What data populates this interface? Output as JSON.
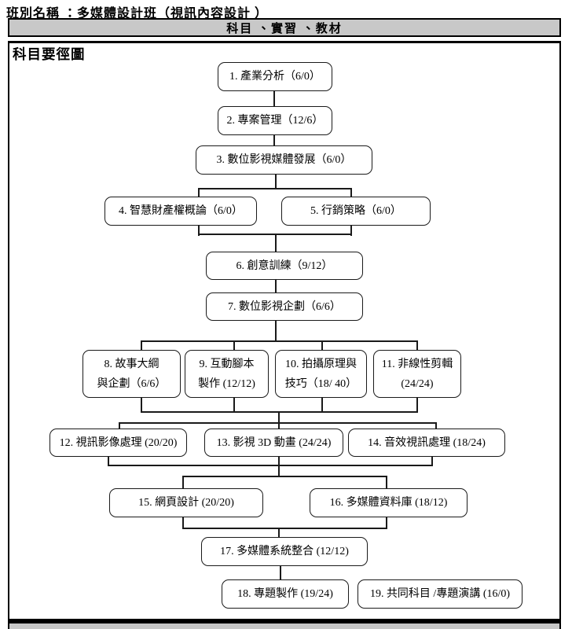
{
  "header": {
    "class_name_line": "班別名稱 ：多媒體設計班（視訊內容設計 ）",
    "section_bar_label": "科目 、實習 、教材",
    "diagram_title": "科目要徑圖"
  },
  "colors": {
    "bar_background": "#c8c8c8",
    "line_color": "#1a1a1a",
    "page_background": "#ffffff"
  },
  "nodes": [
    {
      "id": "1",
      "label": "1. 產業分析（6/0）"
    },
    {
      "id": "2",
      "label": "2. 專案管理（12/6）"
    },
    {
      "id": "3",
      "label": "3. 數位影視媒體發展（6/0）"
    },
    {
      "id": "4",
      "label": "4. 智慧財產權概論（6/0）"
    },
    {
      "id": "5",
      "label": "5. 行銷策略（6/0）"
    },
    {
      "id": "6",
      "label": "6. 創意訓練（9/12）"
    },
    {
      "id": "7",
      "label": "7.  數位影視企劃（6/6）"
    },
    {
      "id": "8",
      "label": "8. 故事大綱\n與企劃（6/6）"
    },
    {
      "id": "9",
      "label": "9. 互動腳本\n製作 (12/12)"
    },
    {
      "id": "10",
      "label": "10. 拍攝原理與\n技巧（18/ 40）"
    },
    {
      "id": "11",
      "label": "11. 非線性剪輯\n(24/24)"
    },
    {
      "id": "12",
      "label": "12. 視訊影像處理 (20/20)"
    },
    {
      "id": "13",
      "label": "13. 影視 3D 動畫 (24/24)"
    },
    {
      "id": "14",
      "label": "14. 音效視訊處理 (18/24)"
    },
    {
      "id": "15",
      "label": "15. 網頁設計 (20/20)"
    },
    {
      "id": "16",
      "label": "16. 多媒體資料庫 (18/12)"
    },
    {
      "id": "17",
      "label": "17. 多媒體系統整合 (12/12)"
    },
    {
      "id": "18",
      "label": "18. 專題製作 (19/24)"
    },
    {
      "id": "19",
      "label": "19. 共同科目 /專題演講 (16/0)"
    }
  ]
}
